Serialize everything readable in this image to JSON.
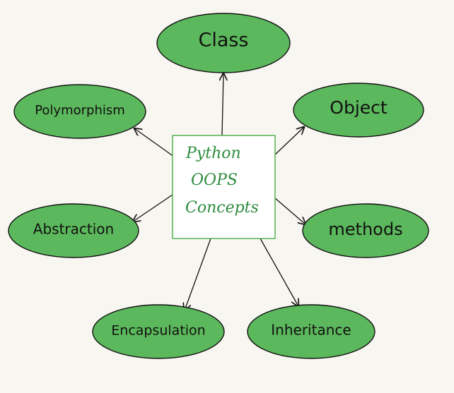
{
  "center": {
    "lines": [
      "Python",
      "OOPS",
      "Concepts"
    ]
  },
  "nodes": {
    "class": "Class",
    "object": "Object",
    "methods": "methods",
    "inheritance": "Inheritance",
    "encapsulation": "Encapsulation",
    "abstraction": "Abstraction",
    "polymorphism": "Polymorphism"
  },
  "colors": {
    "node_fill": "#5cb85c",
    "center_border": "#5cb85c",
    "center_text": "#2e8b3e",
    "background": "#f8f6f1"
  }
}
